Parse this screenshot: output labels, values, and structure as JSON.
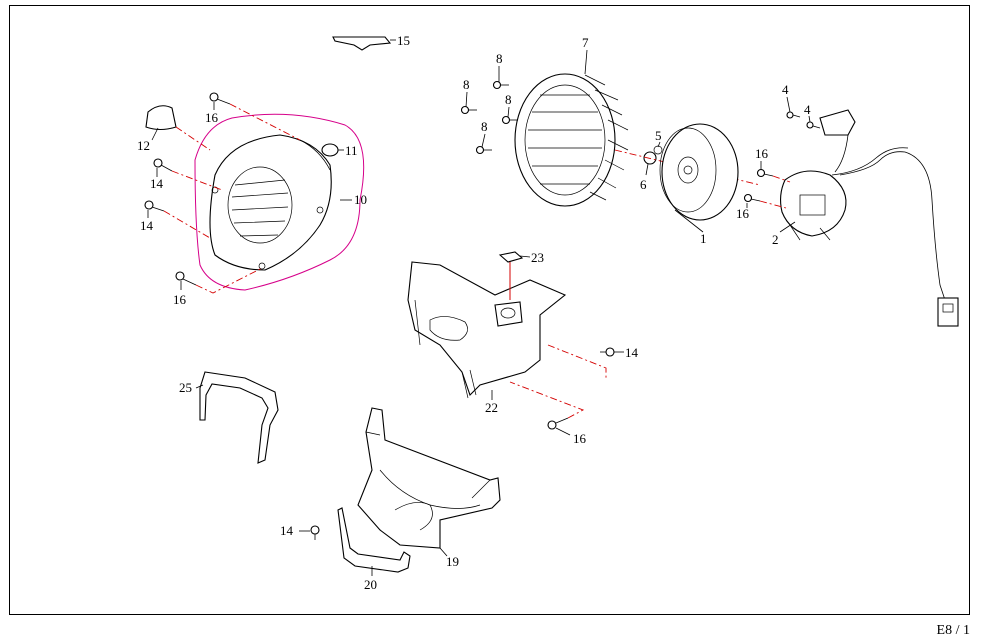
{
  "page_ref": "E8 / 1",
  "callouts": {
    "p1": "1",
    "p2": "2",
    "p4a": "4",
    "p4b": "4",
    "p5": "5",
    "p6": "6",
    "p7": "7",
    "p8a": "8",
    "p8b": "8",
    "p8c": "8",
    "p8d": "8",
    "p10": "10",
    "p11": "11",
    "p12": "12",
    "p14a": "14",
    "p14b": "14",
    "p14c": "14",
    "p14d": "14",
    "p15": "15",
    "p16a": "16",
    "p16b": "16",
    "p16c": "16",
    "p16d": "16",
    "p16e": "16",
    "p19": "19",
    "p20": "20",
    "p22": "22",
    "p23": "23",
    "p25": "25"
  },
  "colors": {
    "leader_red": "#d40000",
    "group_outline": "#d6008a",
    "ink": "#000000"
  }
}
